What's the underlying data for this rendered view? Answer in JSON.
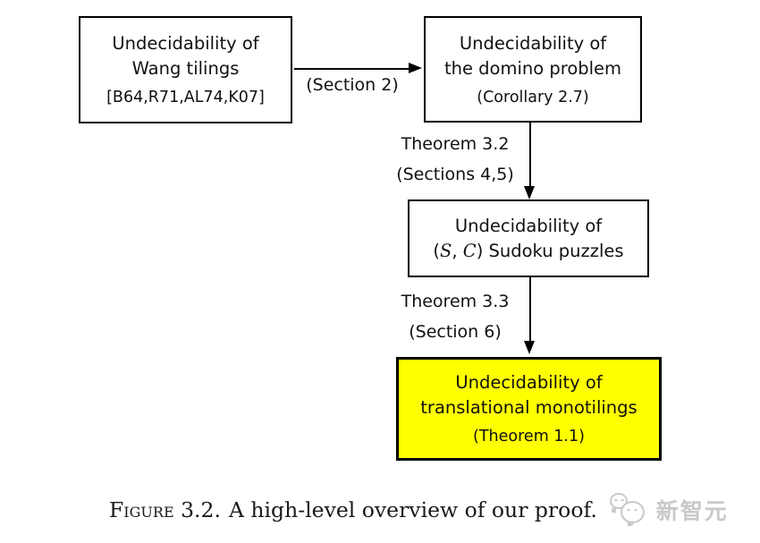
{
  "diagram": {
    "boxes": {
      "wang": {
        "line1": "Undecidability of",
        "line2": "Wang tilings",
        "line3": "[B64,R71,AL74,K07]"
      },
      "domino": {
        "line1": "Undecidability of",
        "line2": "the domino problem",
        "line3": "(Corollary 2.7)"
      },
      "sudoku": {
        "line1": "Undecidability of",
        "line2": {
          "open": "(",
          "s": "S",
          "comma": ", ",
          "c": "C",
          "rest": ") Sudoku puzzles"
        }
      },
      "mono": {
        "line1": "Undecidability of",
        "line2": "translational monotilings",
        "line3": "(Theorem 1.1)"
      }
    },
    "edges": {
      "section2": {
        "label": "(Section 2)"
      },
      "thm32": {
        "line1": "Theorem 3.2",
        "line2": "(Sections 4,5)"
      },
      "thm33": {
        "line1": "Theorem 3.3",
        "line2": "(Section 6)"
      }
    },
    "colors": {
      "highlight": "#FFFF00",
      "border": "#000000",
      "background": "#FFFFFF"
    }
  },
  "caption": {
    "label": "Figure 3.2.",
    "text": "A high-level overview of our proof."
  },
  "watermark": {
    "text": "新智元",
    "icon": "chat-bubbles-icon",
    "color": "#C9C9C9"
  }
}
